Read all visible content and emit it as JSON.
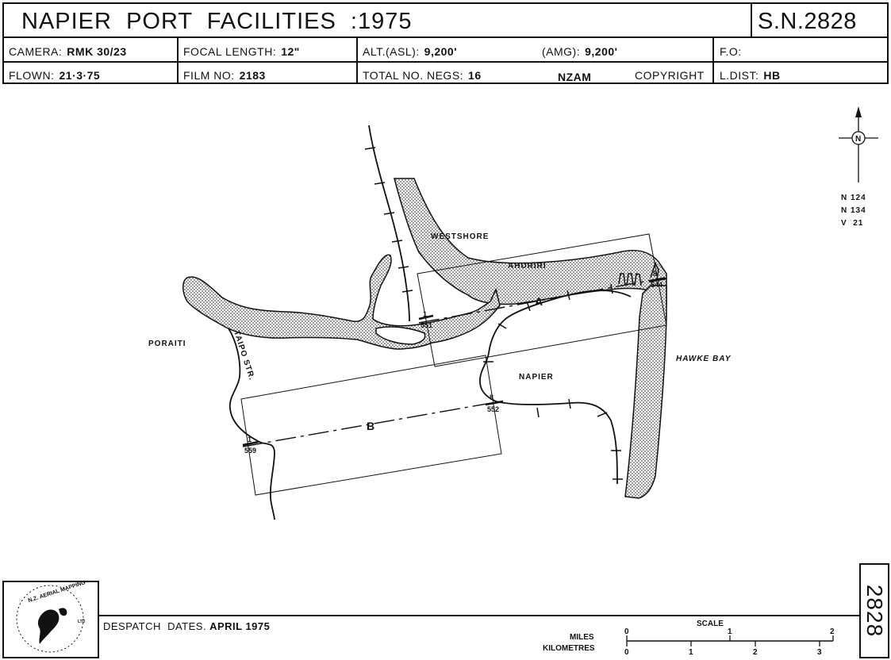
{
  "header": {
    "title": "NAPIER  PORT  FACILITIES  :1975",
    "sheet": "S.N.2828",
    "camera_label": "CAMERA:",
    "camera_value": "RMK 30/23",
    "focal_label": "FOCAL LENGTH:",
    "focal_value": "12\"",
    "alt_asl_label": "ALT.(ASL):",
    "alt_asl_value": "9,200'",
    "amg_label": "(AMG):",
    "amg_value": "9,200'",
    "fo_label": "F.O:",
    "flown_label": "FLOWN:",
    "flown_value": "21·3·75",
    "film_label": "FILM NO:",
    "film_value": "2183",
    "negs_label": "TOTAL NO. NEGS:",
    "negs_value": "16",
    "nzam": "NZAM",
    "copyright": "COPYRIGHT",
    "ldist_label": "L.DIST:",
    "ldist_value": "HB"
  },
  "map": {
    "places": {
      "westshore": "WESTSHORE",
      "ahuriri": "AHURIRI",
      "poraiti": "PORAITI",
      "taipo": "TAIPO STR.",
      "napier": "NAPIER",
      "hawke_bay": "HAWKE BAY"
    },
    "runs": {
      "a": {
        "label": "A",
        "start_neg": "1",
        "start_frame": "551",
        "end_neg": "8",
        "end_frame": "544"
      },
      "b": {
        "label": "B",
        "start_neg": "1",
        "start_frame": "559",
        "end_neg": "8",
        "end_frame": "552"
      }
    },
    "north": {
      "letter": "N"
    },
    "refs": [
      "N 124",
      "N 134",
      "V  21"
    ]
  },
  "footer": {
    "logo_text": "N.Z. AERIAL MAPPING",
    "logo_sub": "LTD",
    "despatch_label": "DESPATCH  DATES.",
    "despatch_value": "APRIL 1975",
    "scale_title": "SCALE",
    "miles_label": "MILES",
    "km_label": "KILOMETRES",
    "miles_ticks": [
      "0",
      "1",
      "2"
    ],
    "km_ticks": [
      "0",
      "1",
      "2",
      "3"
    ],
    "sheet_vertical": "2828"
  }
}
